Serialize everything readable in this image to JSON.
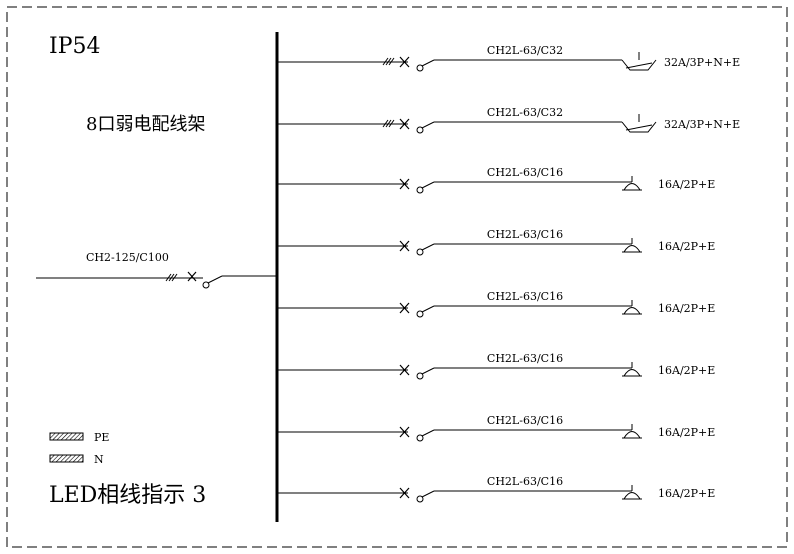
{
  "enclosure": {
    "rating": "IP54",
    "title": "8口弱电配线架"
  },
  "incoming": {
    "breaker_label": "CH2-125/C100"
  },
  "circuits": [
    {
      "breaker": "CH2L-63/C32",
      "socket": "32A/3P+N+E",
      "type": "3phase"
    },
    {
      "breaker": "CH2L-63/C32",
      "socket": "32A/3P+N+E",
      "type": "3phase"
    },
    {
      "breaker": "CH2L-63/C16",
      "socket": "16A/2P+E",
      "type": "single"
    },
    {
      "breaker": "CH2L-63/C16",
      "socket": "16A/2P+E",
      "type": "single"
    },
    {
      "breaker": "CH2L-63/C16",
      "socket": "16A/2P+E",
      "type": "single"
    },
    {
      "breaker": "CH2L-63/C16",
      "socket": "16A/2P+E",
      "type": "single"
    },
    {
      "breaker": "CH2L-63/C16",
      "socket": "16A/2P+E",
      "type": "single"
    },
    {
      "breaker": "CH2L-63/C16",
      "socket": "16A/2P+E",
      "type": "single"
    }
  ],
  "legend": {
    "pe": "PE",
    "n": "N"
  },
  "footer": {
    "led_text": "LED相线指示 3"
  }
}
